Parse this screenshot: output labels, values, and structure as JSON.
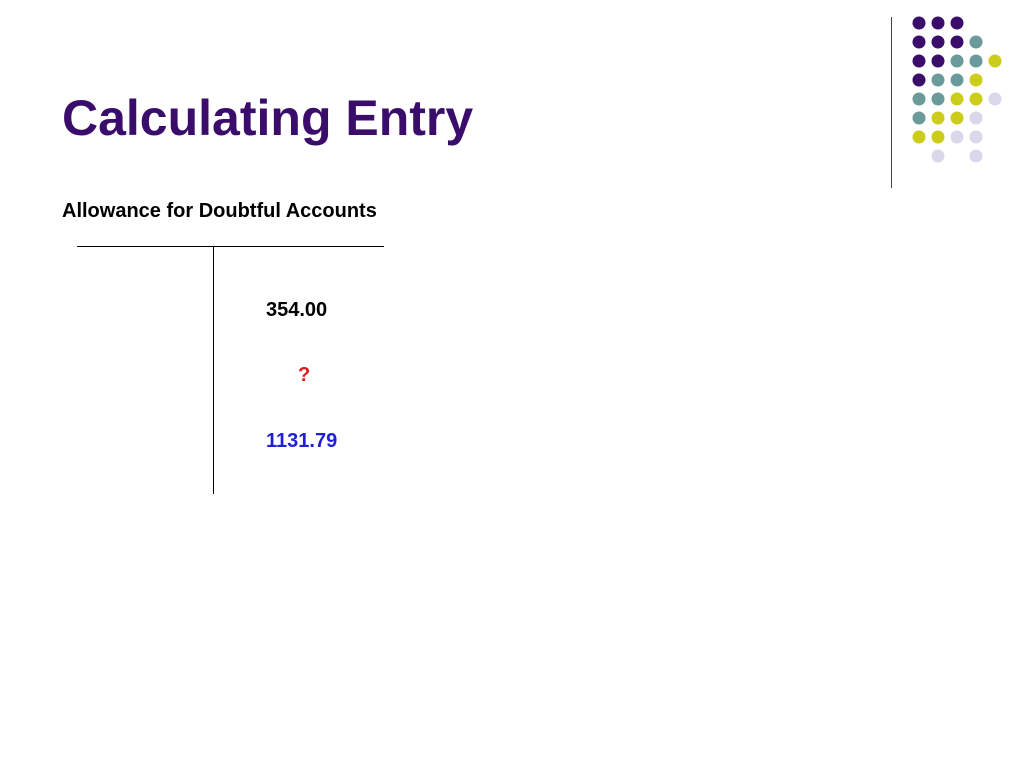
{
  "slide": {
    "title": "Calculating Entry"
  },
  "t_account": {
    "name": "Allowance for Doubtful Accounts",
    "credit_entries": [
      {
        "text": "354.00",
        "color": "#000000"
      },
      {
        "text": "?",
        "color": "#e01b1b"
      },
      {
        "text": "1131.79",
        "color": "#1f1fd6"
      }
    ]
  },
  "colors": {
    "title": "#3a0d6b",
    "dot_palette": {
      "purple": "#3a0d6b",
      "teal": "#6b9a9a",
      "yellow": "#cccc1a",
      "lavender": "#d8d8ea"
    }
  }
}
